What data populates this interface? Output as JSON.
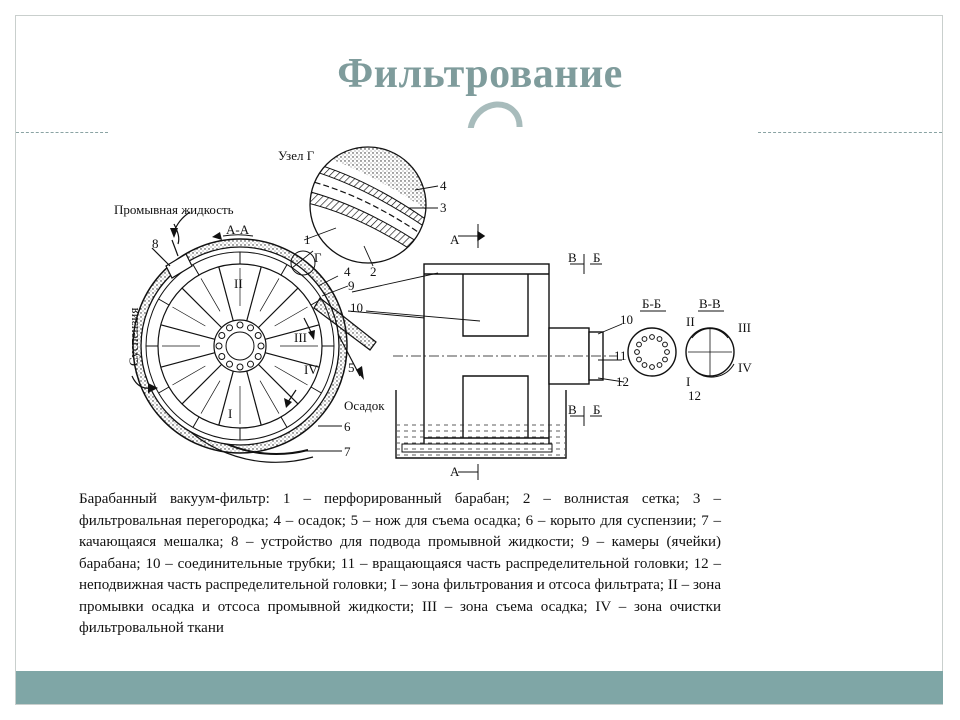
{
  "slide": {
    "title": "Фильтрование",
    "caption": "Барабанный вакуум-фильтр: 1 – перфорированный барабан; 2 – волнистая сетка; 3 – фильтровальная перегородка; 4 – осадок; 5 – нож для съема осадка; 6 – корыто для суспензии; 7 – качающаяся мешалка; 8 – устройство для подвода промывной жидкости; 9 – камеры (ячейки) барабана; 10 – соединительные трубки; 11 – вращающаяся часть распределительной головки; 12 – неподвижная часть распределительной головки; I – зона фильтрования и отсоса фильтрата; II – зона промывки осадка и отсоса промывной жидкости; III – зона съема осадка; IV – зона очистки фильтровальной ткани"
  },
  "diagram": {
    "labels": {
      "uzel_g": "Узел Г",
      "wash_liquid": "Промывная жидкость",
      "section_aa": "А-А",
      "suspension": "Суспензия",
      "sediment": "Осадок",
      "g": "Г",
      "a_top": "А",
      "a_bottom": "А",
      "b_top_left": "В",
      "b_top_right": "Б",
      "b_bot_left": "В",
      "b_bot_right": "Б",
      "section_bb": "Б-Б",
      "section_vv": "В-В",
      "n1": "1",
      "n2": "2",
      "n3": "3",
      "n4": "4",
      "n4b": "4",
      "n5": "5",
      "n6": "6",
      "n7": "7",
      "n8": "8",
      "n9": "9",
      "n10": "10",
      "n10b": "10",
      "n11": "11",
      "n12": "12",
      "n12b": "12",
      "z1": "I",
      "z2": "II",
      "z3": "III",
      "z4": "IV",
      "vv_1": "I",
      "vv_2": "II",
      "vv_3": "III",
      "vv_4": "IV"
    }
  },
  "colors": {
    "title": "#7f9c9c",
    "footer": "#7fa6a6",
    "ink": "#111111"
  }
}
